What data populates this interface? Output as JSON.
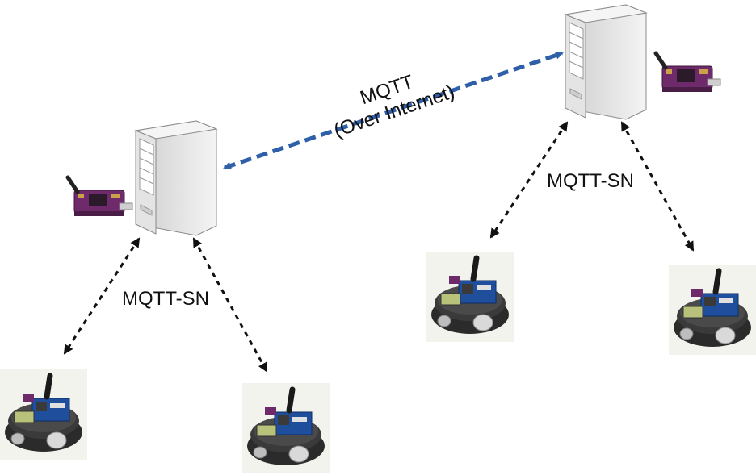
{
  "labels": {
    "mqtt": "MQTT",
    "over_internet": "(Over Internet)",
    "mqtt_sn_left": "MQTT-SN",
    "mqtt_sn_right": "MQTT-SN"
  },
  "colors": {
    "internet_link": "#2e5fa8",
    "local_link": "#111111",
    "board": "#6e2a6a",
    "server_body": "#f0f0f0"
  },
  "icons": {
    "server": "server-tower-icon",
    "gateway": "wireless-board-icon",
    "robot": "robot-node-icon"
  }
}
